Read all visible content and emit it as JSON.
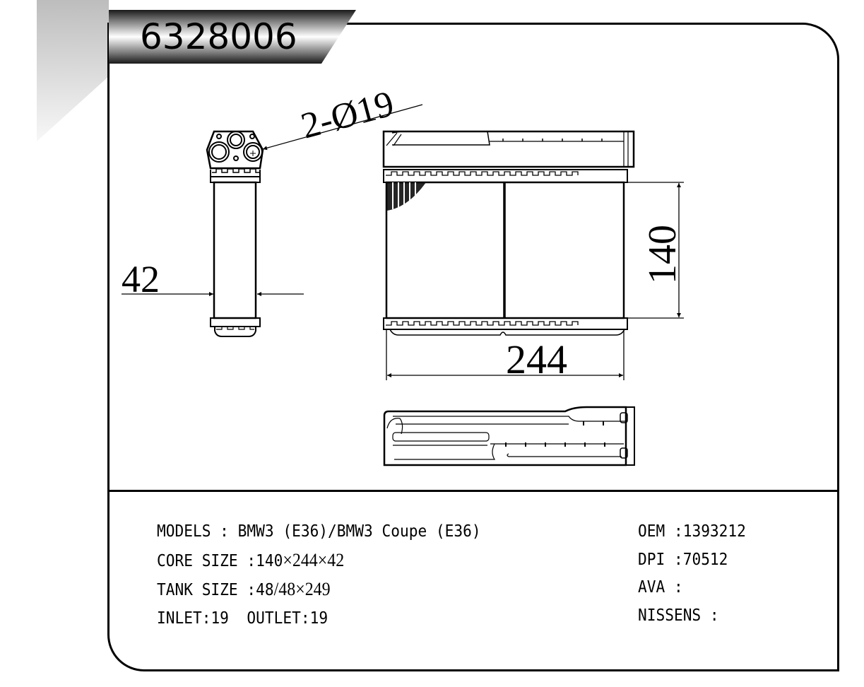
{
  "header": {
    "part_number": "6328006"
  },
  "drawing": {
    "dimensions": {
      "pipe_callout": "2-Ø19",
      "depth": "42",
      "height": "140",
      "width": "244"
    },
    "views": [
      "side-view",
      "front-view",
      "top-view"
    ]
  },
  "specs": {
    "models": {
      "label": "MODELS : ",
      "value": "BMW3 (E36)/BMW3 Coupe (E36)"
    },
    "core_size": {
      "label": "CORE SIZE :",
      "value": "140×244×42",
      "a": "140",
      "b": "244",
      "c": "42"
    },
    "tank_size": {
      "label": "TANK SIZE :",
      "value": "48/48×249",
      "a": "48",
      "b": "/48",
      "c": "249"
    },
    "inlet": {
      "label": "INLET:",
      "value": "19"
    },
    "outlet": {
      "label": "OUTLET:",
      "value": "19"
    },
    "times": "×",
    "cross_refs": [
      {
        "label": "OEM :",
        "value": "1393212"
      },
      {
        "label": "DPI :",
        "value": "70512"
      },
      {
        "label": "AVA :",
        "value": ""
      },
      {
        "label": "NISSENS :",
        "value": ""
      }
    ]
  }
}
